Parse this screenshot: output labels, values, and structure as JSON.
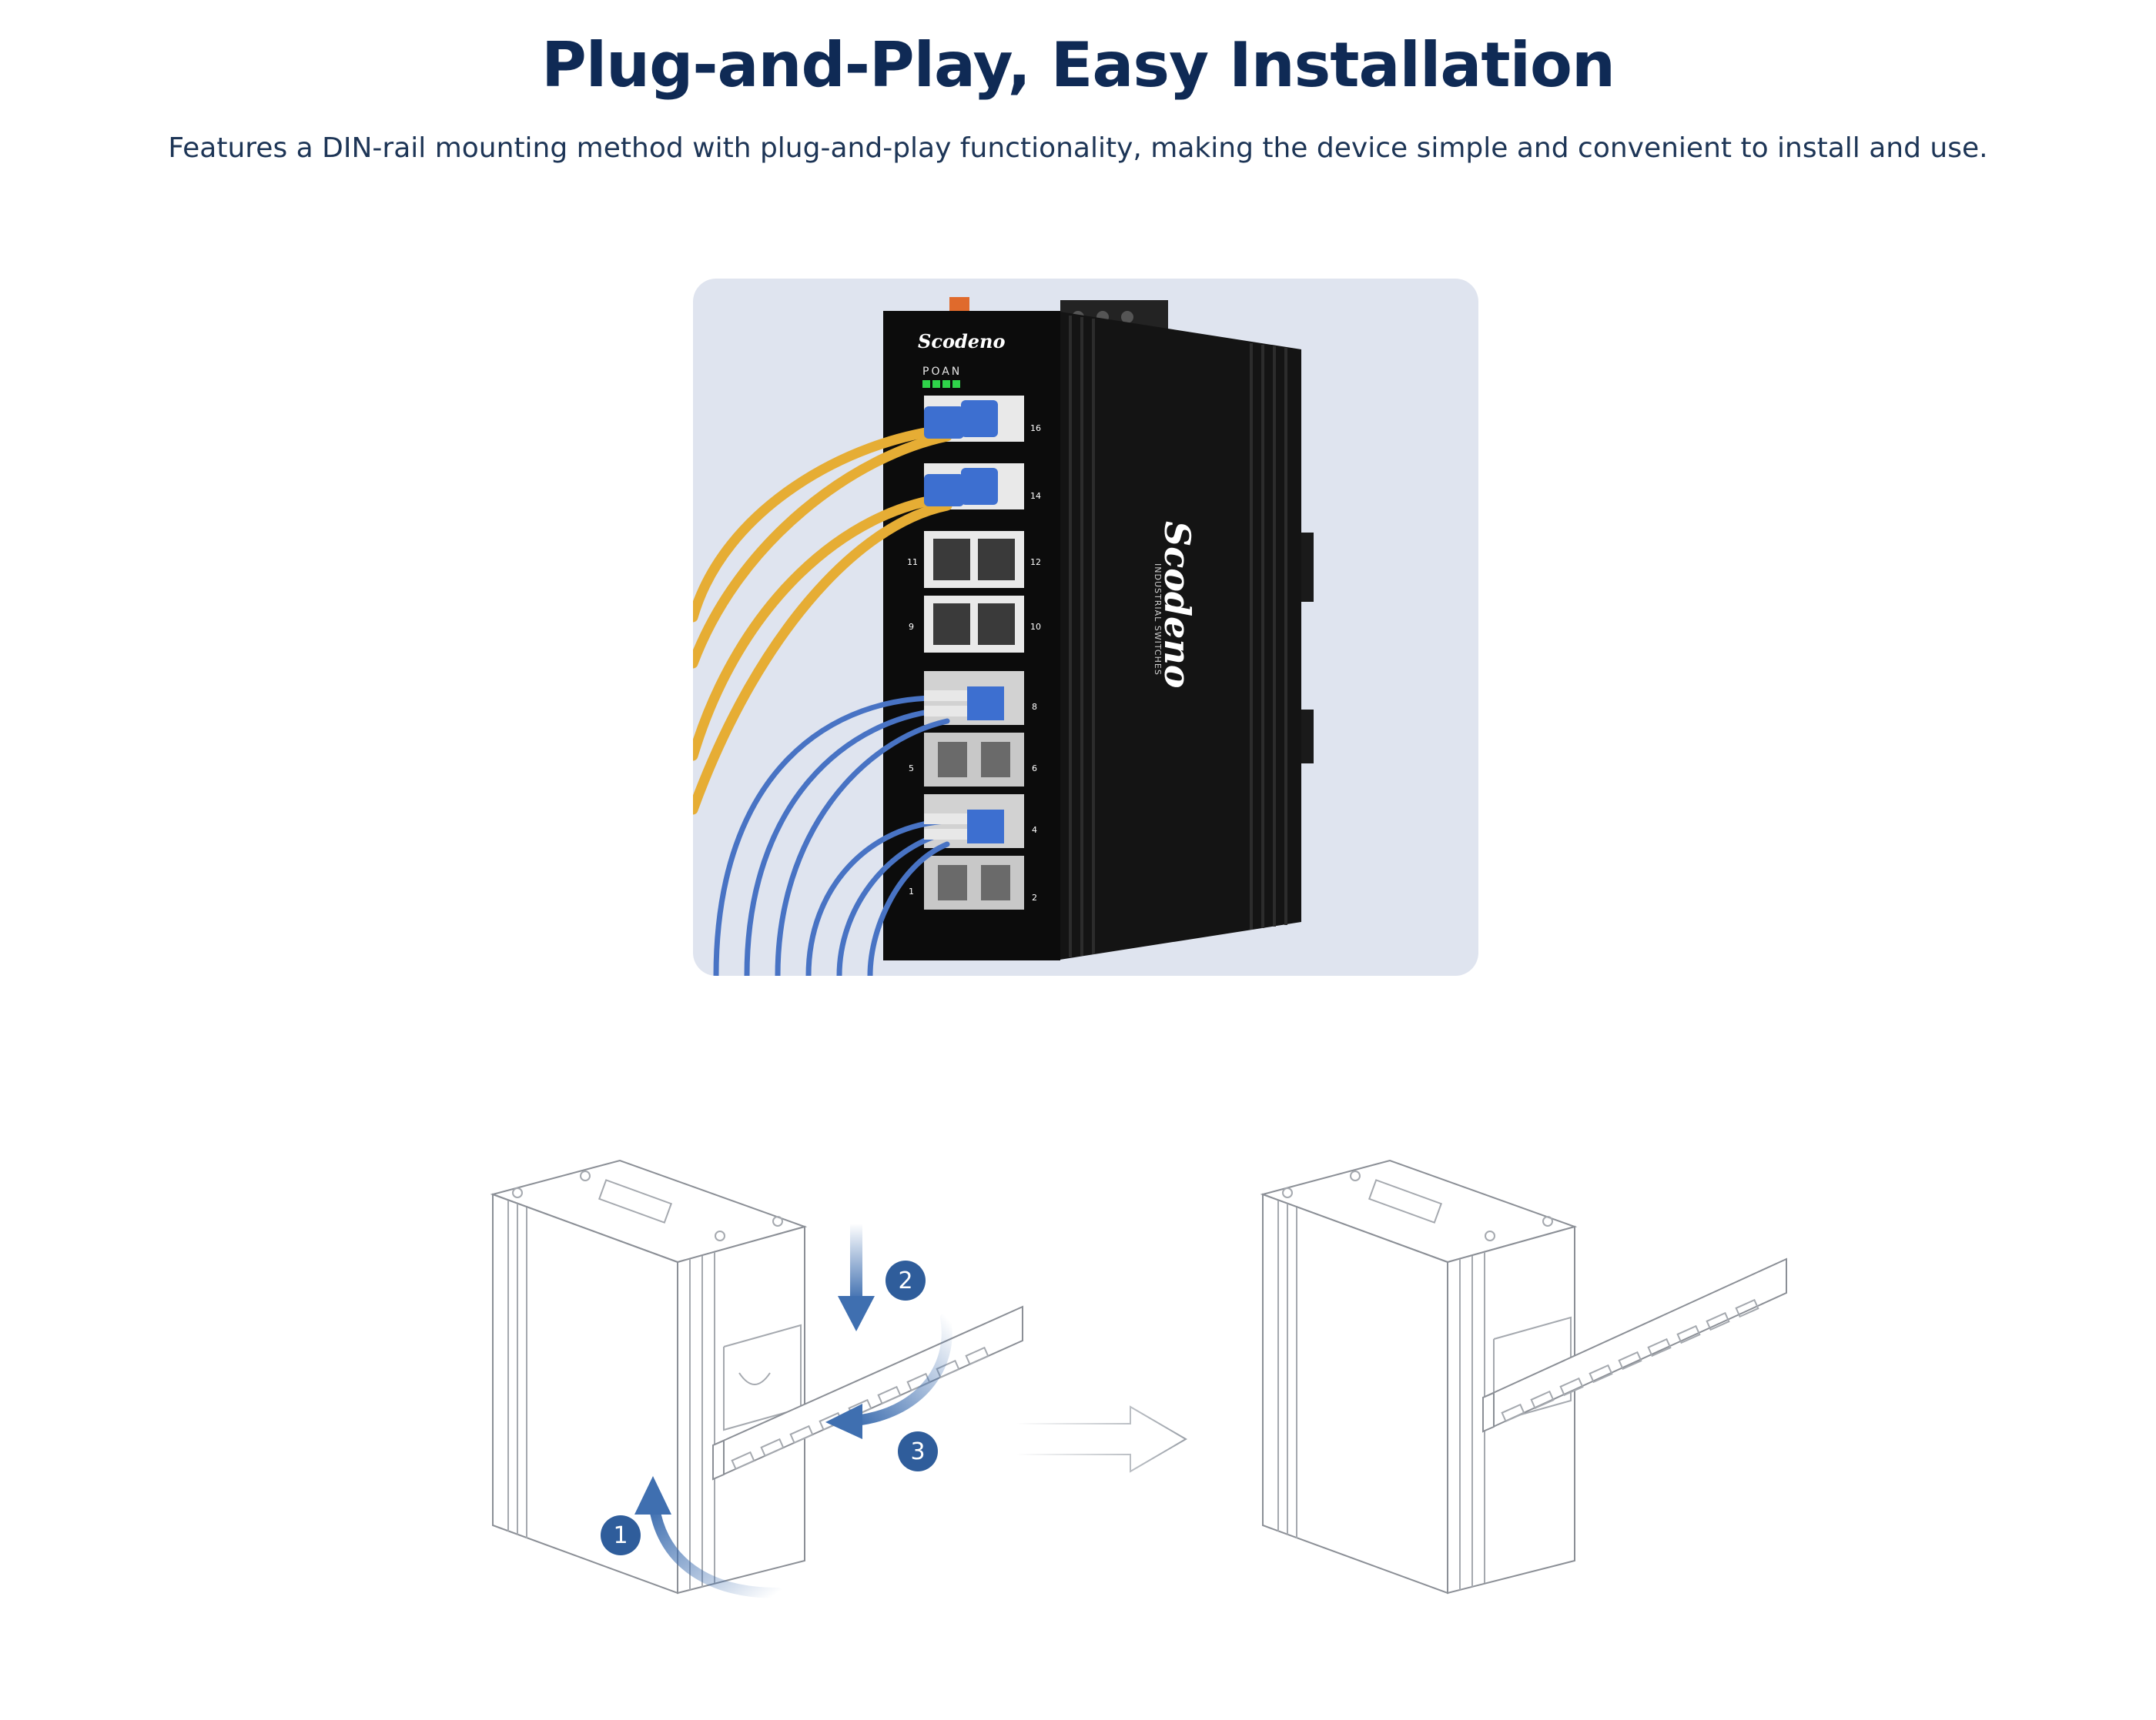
{
  "title": "Plug-and-Play, Easy Installation",
  "subtitle": "Features a DIN-rail mounting method with plug-and-play functionality, making the device simple and convenient to install and use.",
  "device": {
    "brand": "Scodeno",
    "side_brand": "Scodeno",
    "side_tagline": "INDUSTRIAL SWITCHES",
    "led_label": "POAN",
    "port_numbers": [
      "16",
      "14",
      "11",
      "12",
      "9",
      "10",
      "8",
      "5",
      "6",
      "4",
      "1",
      "2"
    ]
  },
  "steps": [
    "1",
    "2",
    "3"
  ],
  "colors": {
    "title": "#0f2a55",
    "accent": "#3f6fb0",
    "step_badge": "#2f5d9b",
    "card_bg": "#dfe4ef",
    "cable_yellow": "#e6ad34",
    "cable_blue": "#4873c4"
  },
  "icons": [
    "arrow-up-curved-icon",
    "arrow-down-icon",
    "arrow-curved-left-icon",
    "arrow-right-outline-icon"
  ]
}
